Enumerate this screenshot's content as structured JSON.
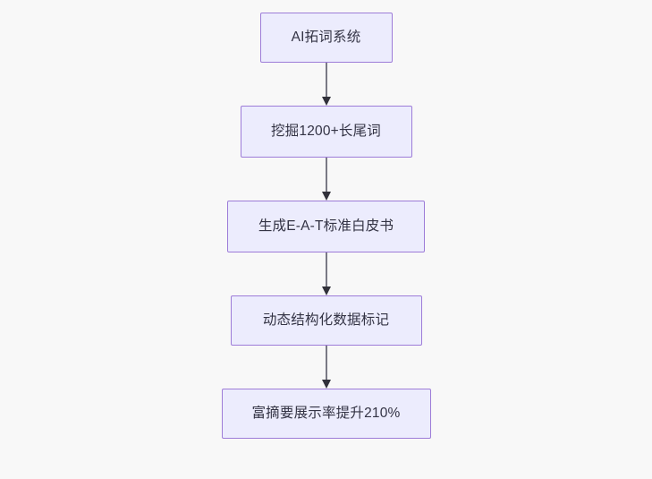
{
  "diagram": {
    "type": "flowchart",
    "direction": "top-to-bottom",
    "background_color": "#f8f8f8",
    "node_fill_color": "#ececfd",
    "node_border_color": "#9d7cd8",
    "node_text_color": "#333344",
    "connector_color": "#7a7a85",
    "arrowhead_color": "#31313a",
    "nodes": [
      {
        "id": "node-1",
        "label": "AI拓词系统"
      },
      {
        "id": "node-2",
        "label": "挖掘1200+长尾词"
      },
      {
        "id": "node-3",
        "label": "生成E-A-T标准白皮书"
      },
      {
        "id": "node-4",
        "label": "动态结构化数据标记"
      },
      {
        "id": "node-5",
        "label": "富摘要展示率提升210%"
      }
    ],
    "edges": [
      {
        "id": "edge-1",
        "from": "node-1",
        "to": "node-2",
        "label": ""
      },
      {
        "id": "edge-2",
        "from": "node-2",
        "to": "node-3",
        "label": ""
      },
      {
        "id": "edge-3",
        "from": "node-3",
        "to": "node-4",
        "label": ""
      },
      {
        "id": "edge-4",
        "from": "node-4",
        "to": "node-5",
        "label": ""
      }
    ]
  }
}
